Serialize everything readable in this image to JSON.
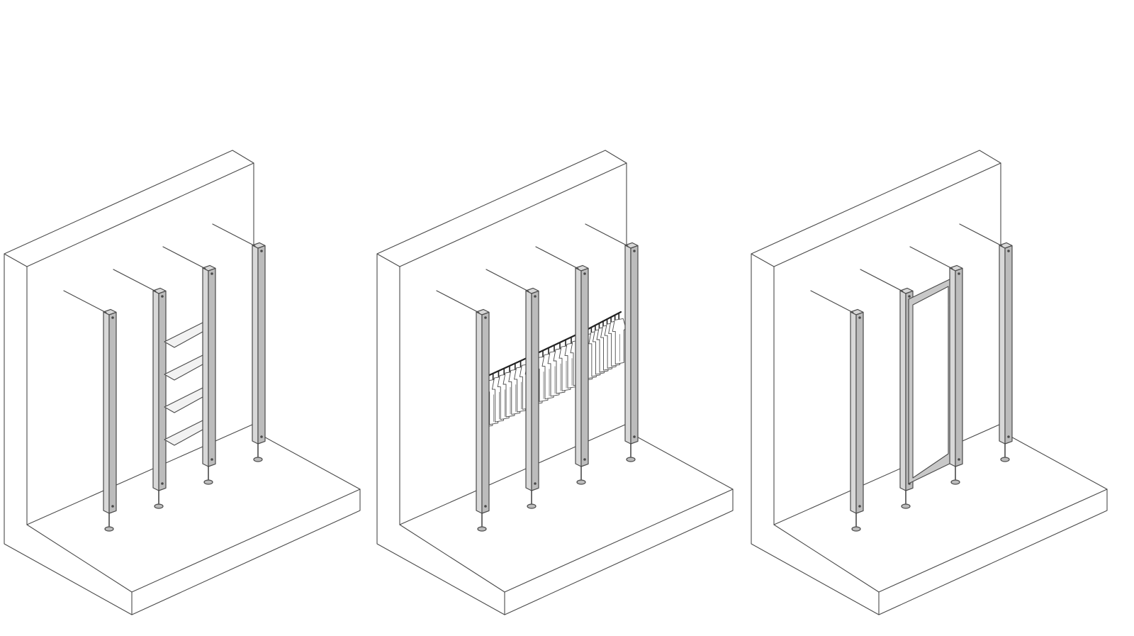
{
  "figure": {
    "panels": [
      {
        "id": "shelves",
        "fixture": "shelves",
        "poles": 4
      },
      {
        "id": "clothes-rack",
        "fixture": "hanging-rail-with-garments",
        "poles": 4
      },
      {
        "id": "mirror",
        "fixture": "mirror",
        "poles": 4
      }
    ]
  },
  "colors": {
    "background": "#ffffff",
    "line": "#4a4a4a",
    "pole": "#d8d8d8",
    "pole_side": "#bcbcbc",
    "shelf": "#f2f2f2",
    "mirror_frame": "#c8c8c8",
    "garment": "#ffffff",
    "hanger": "#222222"
  }
}
